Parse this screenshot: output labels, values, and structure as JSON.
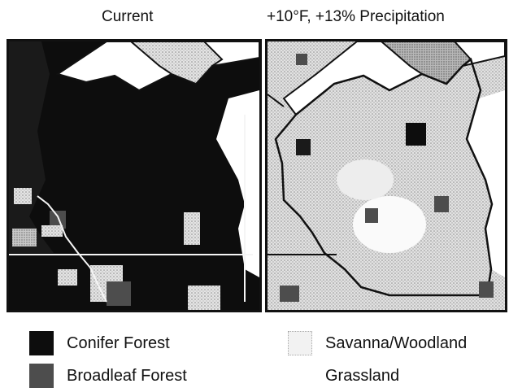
{
  "figure": {
    "title": "",
    "panels": [
      {
        "label": "Current"
      },
      {
        "label": "+10°F, +13% Precipitation"
      }
    ]
  },
  "legend": {
    "items": [
      {
        "label": "Conifer Forest",
        "color": "#0d0d0d"
      },
      {
        "label": "Broadleaf Forest",
        "color": "#4d4d4d"
      },
      {
        "label": "Savanna/Woodland",
        "color": "#f2f2f2"
      },
      {
        "label": "Grassland",
        "color": "#ffffff"
      }
    ]
  },
  "colors": {
    "conifer": "#0d0d0d",
    "broadleaf": "#4d4d4d",
    "savanna": "#e6e6e6",
    "grassland": "#bdbdbd",
    "water": "#ffffff",
    "border": "#111111"
  }
}
